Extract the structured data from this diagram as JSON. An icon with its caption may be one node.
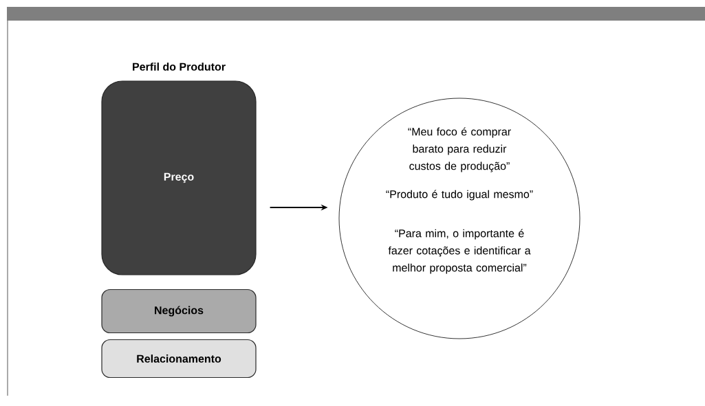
{
  "diagram": {
    "title": "Perfil do Produtor",
    "nodes": [
      {
        "text": [
          "Preço"
        ]
      },
      {
        "text": [
          "Negócios"
        ]
      },
      {
        "text": [
          "Relacionamento"
        ]
      },
      {
        "text": [
          "“Meu foco é comprar barato para reduzir custos de produção”",
          "“Produto é tudo igual mesmo”",
          "“Para mim, o importante é fazer cotações e identificar a melhor proposta comercial”"
        ]
      }
    ],
    "edges": [
      {
        "from": 0,
        "to": 3,
        "arrow": "to"
      }
    ]
  }
}
